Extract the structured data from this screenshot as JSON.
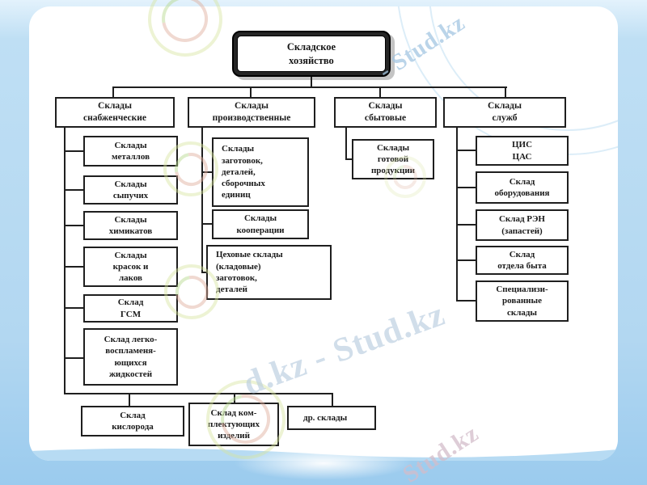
{
  "slide": {
    "brand": "Stud.kz",
    "watermarks": {
      "top_right": "- Stud.kz",
      "center": "d.kz - Stud.kz",
      "bottom_right": "Stud.kz"
    }
  },
  "diagram": {
    "root_label": "Складское\nхозяйство",
    "branches": [
      {
        "label": "Склады\nснабженческие",
        "children": [
          "Склады\nметаллов",
          "Склады\nсыпучих",
          "Склады\nхимикатов",
          "Склады\nкрасок и\nлаков",
          "Склад\nГСМ",
          "Склад легко-\nвоспламеня-\nющихся\nжидкостей"
        ]
      },
      {
        "label": "Склады\nпроизводственные",
        "children": [
          "Склады\nзаготовок,\nдеталей,\nсборочных\nединиц",
          "Склады\nкооперации",
          "Цеховые склады\n(кладовые)\nзаготовок,\nдеталей"
        ]
      },
      {
        "label": "Склады\nсбытовые",
        "children": [
          "Склады\nготовой\nпродукции"
        ]
      },
      {
        "label": "Склады\nслужб",
        "children": [
          "ЦИС\nЦАС",
          "Склад\nоборудования",
          "Склад РЭН\n(запастей)",
          "Склад\nотдела быта",
          "Специализи-\nрованные\nсклады"
        ]
      }
    ],
    "bottom_row": [
      "Склад\nкислорода",
      "Склад ком-\nплектующих\nизделий",
      "др. склады"
    ]
  }
}
